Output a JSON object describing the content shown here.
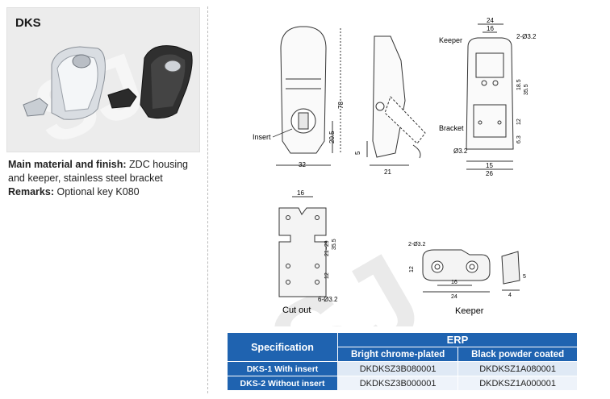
{
  "product": {
    "code": "DKS"
  },
  "description": {
    "material_label": "Main material and finish:",
    "material_text": "ZDC housing and keeper, stainless steel bracket",
    "remarks_label": "Remarks:",
    "remarks_text": "Optional key K080"
  },
  "watermark": "SJ",
  "drawing_labels": {
    "insert": "Insert",
    "keeper": "Keeper",
    "bracket": "Bracket",
    "cut_out": "Cut out",
    "keeper_view": "Keeper",
    "dims": {
      "d32": "32",
      "d78": "78",
      "d20_5": "20.5",
      "d5": "5",
      "d21": "21",
      "d24": "24",
      "d16": "16",
      "d2_32": "2-Ø3.2",
      "d18_5": "18.5",
      "d35_5": "35.5",
      "d12": "12",
      "d6_3": "6.3",
      "d32b": "Ø3.2",
      "d15": "15",
      "d26": "26",
      "c16": "16",
      "c21_29": "21~29",
      "c35_5": "35.5",
      "c12": "12",
      "c6_32": "6-Ø3.2",
      "k2_32": "2-Ø3.2",
      "k12": "12",
      "k16": "16",
      "k24": "24",
      "k5": "5",
      "k4": "4"
    }
  },
  "table": {
    "specification_header": "Specification",
    "erp_header": "ERP",
    "col1": "Bright chrome-plated",
    "col2": "Black powder coated",
    "rows": [
      {
        "label": "DKS-1 With insert",
        "chrome": "DKDKSZ3B080001",
        "black": "DKDKSZ1A080001"
      },
      {
        "label": "DKS-2 Without insert",
        "chrome": "DKDKSZ3B000001",
        "black": "DKDKSZ1A000001"
      }
    ]
  }
}
